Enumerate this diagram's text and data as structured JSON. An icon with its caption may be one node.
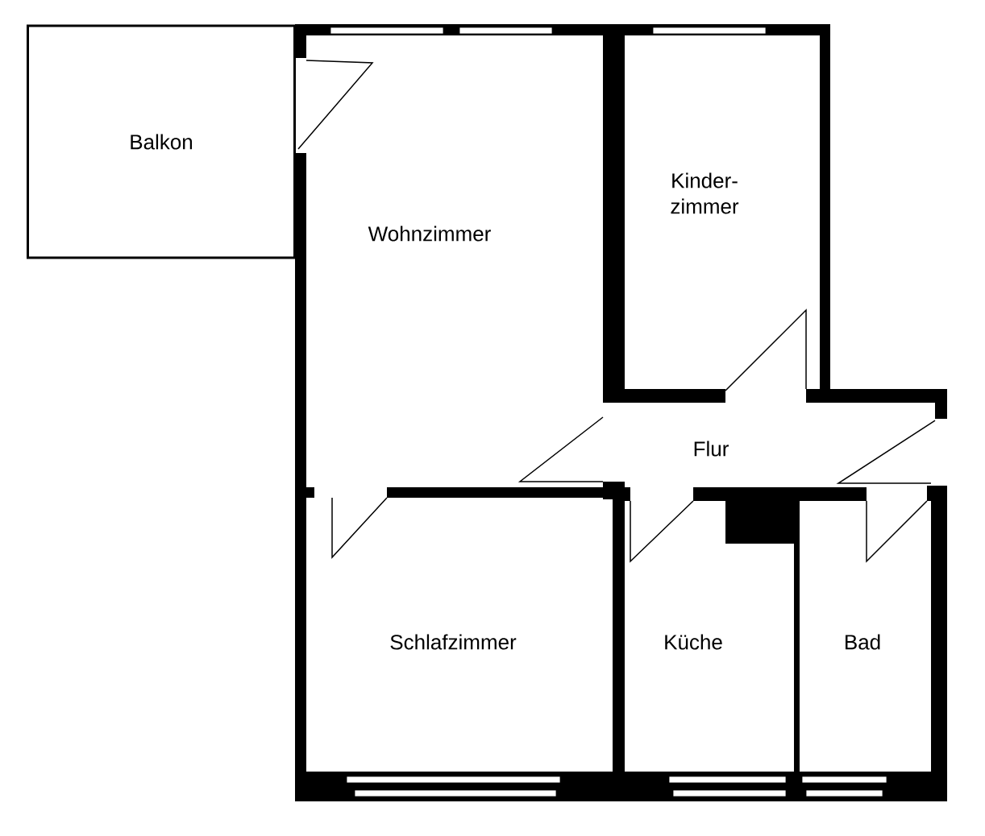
{
  "diagram": {
    "nodes": [
      {
        "text": [
          "Balkon"
        ]
      },
      {
        "text": [
          "Wohnzimmer"
        ]
      },
      {
        "text": [
          "Kinder- zimmer"
        ]
      },
      {
        "text": [
          "Flur"
        ]
      },
      {
        "text": [
          "Schlafzimmer"
        ]
      },
      {
        "text": [
          "Küche"
        ]
      },
      {
        "text": [
          "Bad"
        ]
      }
    ]
  }
}
